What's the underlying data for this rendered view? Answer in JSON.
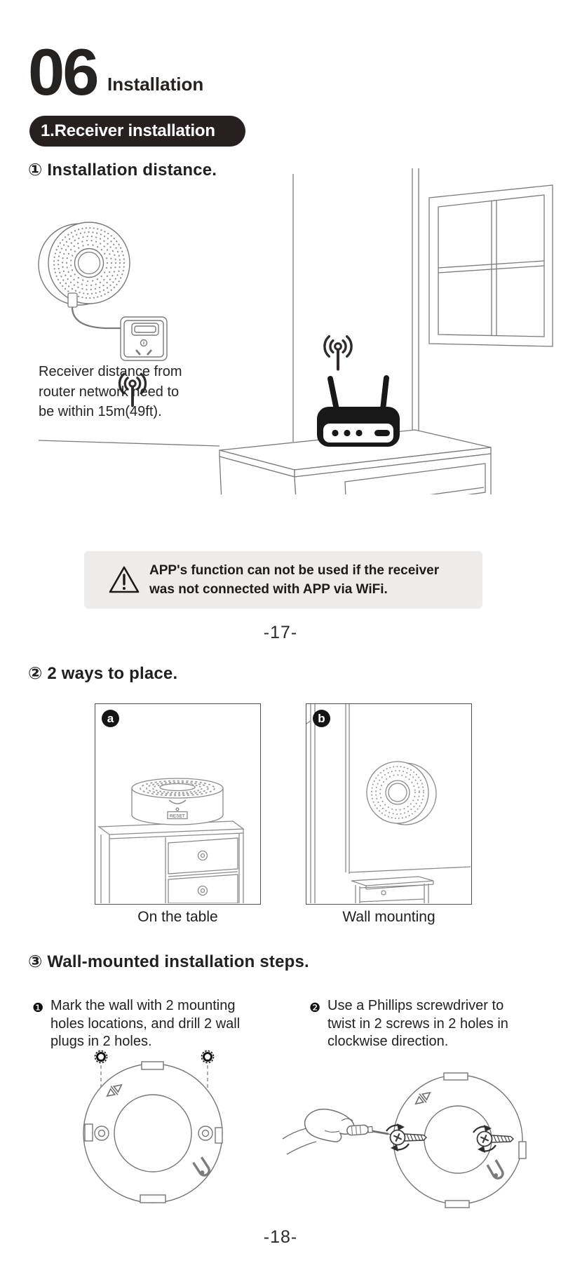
{
  "header": {
    "section_number": "06",
    "section_title": "Installation",
    "subsection_badge": "1.Receiver installation"
  },
  "step1": {
    "heading": "① Installation distance.",
    "caption_lines": [
      "Receiver distance from",
      "router network need to",
      "be within 15m(49ft)."
    ],
    "warning_lines": [
      "APP's function can not be used if the receiver",
      "was not connected with APP via WiFi."
    ]
  },
  "step2": {
    "heading": "② 2 ways to place.",
    "options": [
      {
        "label": "a",
        "caption": "On the table"
      },
      {
        "label": "b",
        "caption": "Wall mounting"
      }
    ],
    "device_reset_label": "RESET"
  },
  "step3": {
    "heading": "③ Wall-mounted installation steps.",
    "substeps": [
      {
        "bullet": "❶",
        "lines": [
          "Mark the wall with 2 mounting",
          "holes locations, and drill 2 wall",
          "plugs in 2 holes."
        ]
      },
      {
        "bullet": "❷",
        "lines": [
          "Use a Phillips screwdriver to",
          "twist in 2 screws in 2 holes in",
          "clockwise direction."
        ]
      }
    ]
  },
  "pages": {
    "p17": "-17-",
    "p18": "-18-"
  },
  "colors": {
    "ink": "#201d1c",
    "pill_bg": "#282020",
    "warning_bg": "#edecea",
    "line_art": "#707070",
    "router_black": "#181818"
  }
}
